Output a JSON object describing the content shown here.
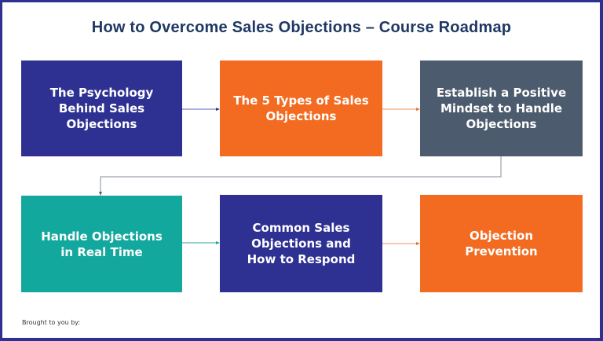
{
  "title": "How to Overcome Sales Objections – Course Roadmap",
  "colors": {
    "frame": "#2e3192",
    "title": "#1f3864",
    "navy": "#2e3192",
    "orange": "#f26b21",
    "slate": "#4d5b6e",
    "teal": "#12a89d",
    "connector_blue": "#7b7fc4",
    "connector_orange": "#f4a47a",
    "connector_gray": "#9aa3ad",
    "connector_teal": "#4fb8b0"
  },
  "steps": [
    {
      "label": "The Psychology\nBehind Sales\nObjections",
      "color": "navy"
    },
    {
      "label": "The 5 Types of Sales\nObjections",
      "color": "orange"
    },
    {
      "label": "Establish a Positive\nMindset to Handle\nObjections",
      "color": "slate"
    },
    {
      "label": "Handle Objections\nin Real Time",
      "color": "teal"
    },
    {
      "label": "Common Sales\nObjections and\nHow to Respond",
      "color": "navy"
    },
    {
      "label": "Objection\nPrevention",
      "color": "orange"
    }
  ],
  "footer": "Brought to you by:"
}
